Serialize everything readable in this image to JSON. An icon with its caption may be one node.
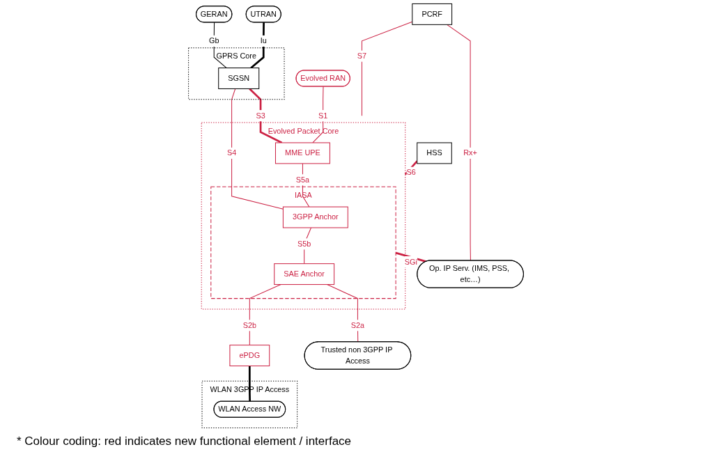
{
  "diagram": {
    "caption": "* Colour coding: red indicates new functional element / interface",
    "nodes": [
      {
        "text": [
          "GERAN"
        ]
      },
      {
        "text": [
          "UTRAN"
        ]
      },
      {
        "text": [
          "GPRS Core"
        ]
      },
      {
        "text": [
          "SGSN"
        ],
        "in": 2
      },
      {
        "text": [
          "PCRF"
        ]
      },
      {
        "text": [
          "HSS"
        ]
      },
      {
        "text": [
          "Evolved RAN"
        ]
      },
      {
        "text": [
          "Evolved Packet Core"
        ]
      },
      {
        "text": [
          "MME UPE"
        ],
        "in": 7
      },
      {
        "text": [
          "IASA"
        ],
        "in": 7
      },
      {
        "text": [
          "3GPP Anchor"
        ],
        "in": 9
      },
      {
        "text": [
          "SAE Anchor"
        ],
        "in": 9
      },
      {
        "text": [
          "Op. IP Serv. (IMS, PSS, etc…)"
        ]
      },
      {
        "text": [
          "ePDG"
        ]
      },
      {
        "text": [
          "WLAN 3GPP IP Access"
        ]
      },
      {
        "text": [
          "WLAN Access NW"
        ],
        "in": 14
      },
      {
        "text": [
          "Trusted non 3GPP IP Access"
        ]
      }
    ],
    "edges": [
      {
        "from": 0,
        "to": 3,
        "arrow": "none",
        "label": "Gb",
        "color": "#000000"
      },
      {
        "from": 1,
        "to": 3,
        "arrow": "none",
        "label": "Iu",
        "color": "#000000",
        "style": "thick"
      },
      {
        "from": 3,
        "to": 8,
        "arrow": "none",
        "label": "S3",
        "style": "thick"
      },
      {
        "from": 3,
        "to": 10,
        "arrow": "none",
        "label": "S4"
      },
      {
        "from": 4,
        "to": 7,
        "arrow": "none",
        "label": "S7"
      },
      {
        "from": 4,
        "to": 12,
        "arrow": "none",
        "label": "Rx+"
      },
      {
        "from": 5,
        "to": 7,
        "arrow": "none",
        "label": "S6",
        "style": "thick"
      },
      {
        "from": 6,
        "to": 8,
        "arrow": "none",
        "label": "S1"
      },
      {
        "from": 8,
        "to": 10,
        "arrow": "none",
        "label": "S5a"
      },
      {
        "from": 10,
        "to": 11,
        "arrow": "none",
        "label": "S5b"
      },
      {
        "from": 9,
        "to": 12,
        "arrow": "none",
        "label": "SGi",
        "style": "thick"
      },
      {
        "from": 11,
        "to": 13,
        "arrow": "none",
        "label": "S2b"
      },
      {
        "from": 11,
        "to": 16,
        "arrow": "none",
        "label": "S2a"
      },
      {
        "from": 13,
        "to": 15,
        "arrow": "none",
        "color": "#000000",
        "style": "thick"
      }
    ]
  }
}
